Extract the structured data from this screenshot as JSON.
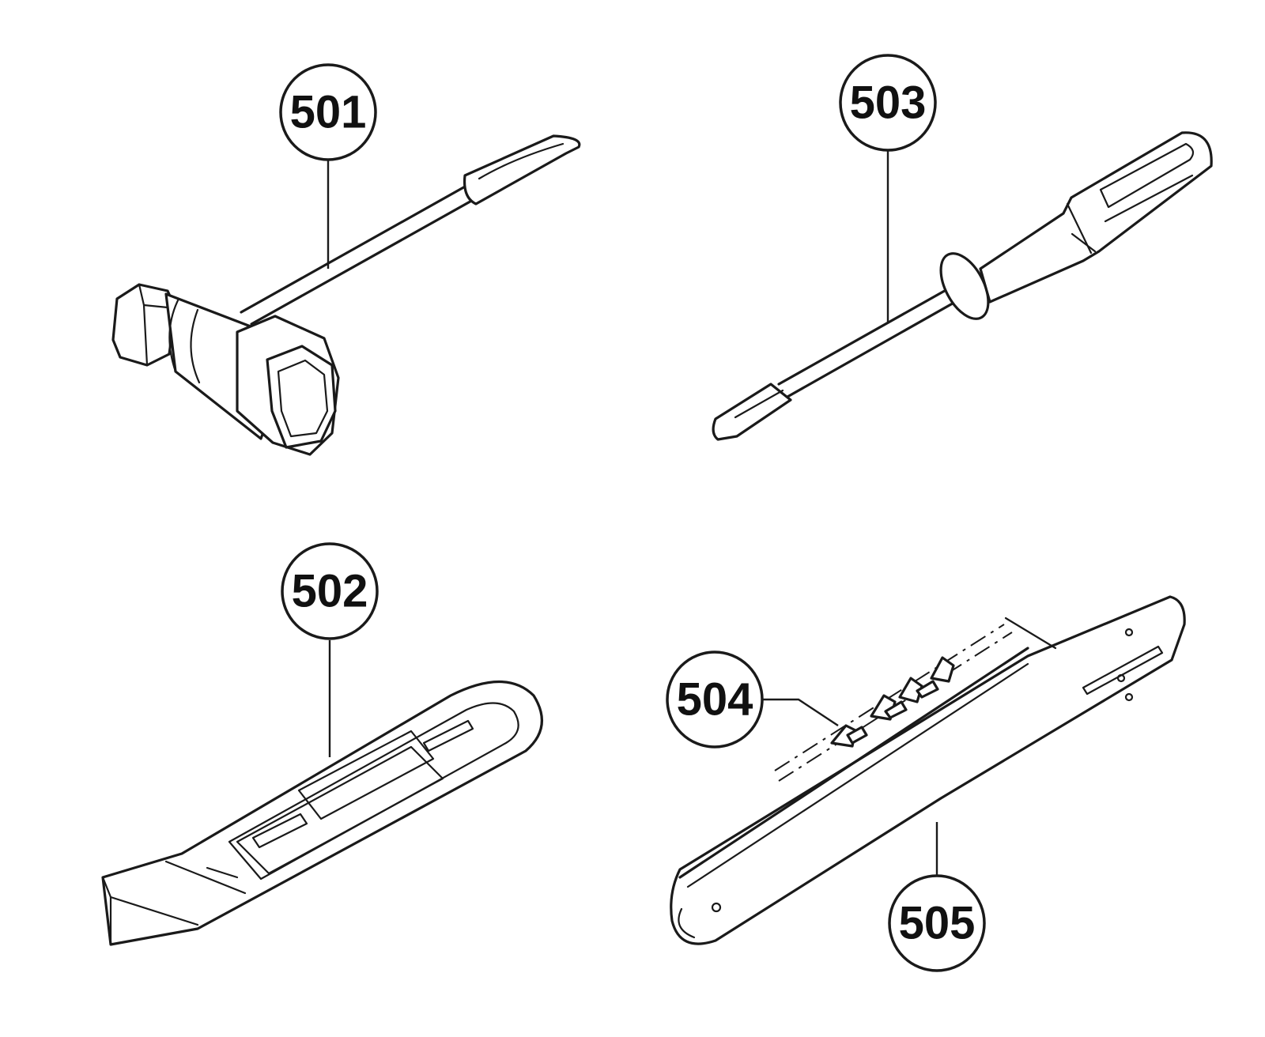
{
  "parts": [
    {
      "id": "part-501",
      "number": "501"
    },
    {
      "id": "part-502",
      "number": "502"
    },
    {
      "id": "part-503",
      "number": "503"
    },
    {
      "id": "part-504",
      "number": "504"
    },
    {
      "id": "part-505",
      "number": "505"
    }
  ]
}
